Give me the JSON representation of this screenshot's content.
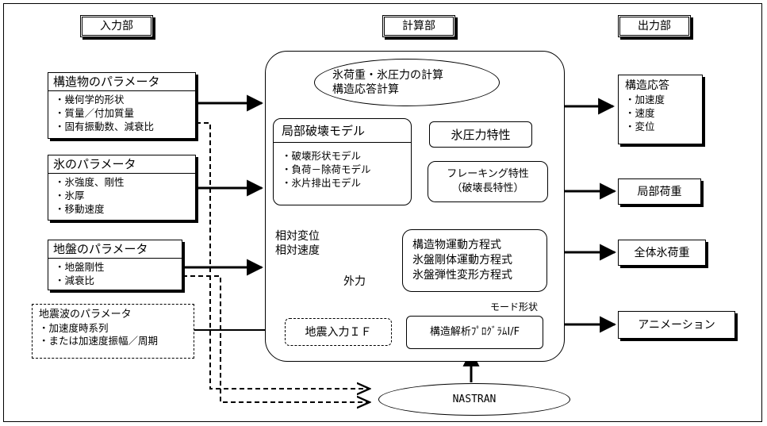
{
  "headers": {
    "input": "入力部",
    "compute": "計算部",
    "output": "出力部"
  },
  "input": {
    "structure": {
      "title": "構造物のパラメータ",
      "items": [
        "・幾何学的形状",
        "・質量／付加質量",
        "・固有振動数、減衰比"
      ]
    },
    "ice": {
      "title": "氷のパラメータ",
      "items": [
        "・氷強度、剛性",
        "・氷厚",
        "・移動速度"
      ]
    },
    "ground": {
      "title": "地盤のパラメータ",
      "items": [
        "・地盤剛性",
        "・減衰比"
      ]
    },
    "seismic": {
      "title": "地震波のパラメータ",
      "items": [
        "・加速度時系列",
        "・または加速度振幅／周期"
      ]
    }
  },
  "compute": {
    "ice_load_calc": [
      "氷荷重・氷圧力の計算",
      "構造応答計算"
    ],
    "local_failure": {
      "title": "局部破壊モデル",
      "items": [
        "・破壊形状モデル",
        "・負荷－除荷モデル",
        "・氷片排出モデル"
      ]
    },
    "ice_pressure_char": "氷圧力特性",
    "flaking": [
      "フレーキング特性",
      "（破壊長特性）"
    ],
    "relative": [
      "相対変位",
      "相対速度"
    ],
    "equations": [
      "構造物運動方程式",
      "氷盤剛体運動方程式",
      "氷盤弾性変形方程式"
    ],
    "external_force": "外力",
    "mode_shape": "モード形状",
    "seismic_if": "地震入力ＩＦ",
    "structural_if": "構造解析ﾌﾟﾛｸﾞﾗﾑI/F",
    "nastran": "NASTRAN"
  },
  "output": {
    "response": {
      "title": "構造応答",
      "items": [
        "・加速度",
        "・速度",
        "・変位"
      ]
    },
    "local_load": "局部荷重",
    "total_load": "全体氷荷重",
    "animation": "アニメーション"
  }
}
